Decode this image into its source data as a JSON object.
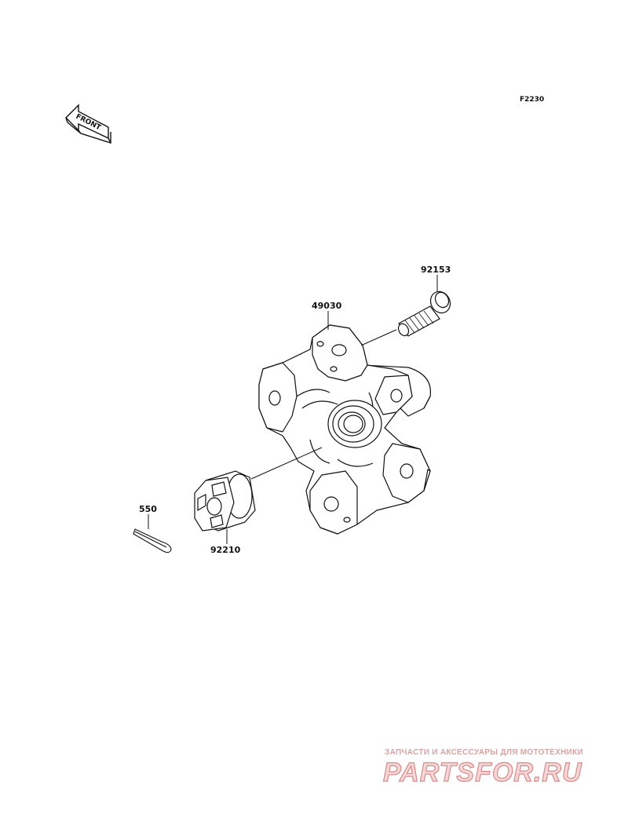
{
  "diagram": {
    "code": "F2230",
    "front_label": "FRONT",
    "parts": [
      {
        "number": "92153"
      },
      {
        "number": "49030"
      },
      {
        "number": "550"
      },
      {
        "number": "92210"
      }
    ]
  },
  "watermark": {
    "tagline": "ЗАПЧАСТИ И АКСЕССУАРЫ ДЛЯ МОТОТЕХНИКИ",
    "brand": "PARTSFOR.RU"
  },
  "colors": {
    "line": "#111111",
    "watermark": "#d98a8a"
  }
}
